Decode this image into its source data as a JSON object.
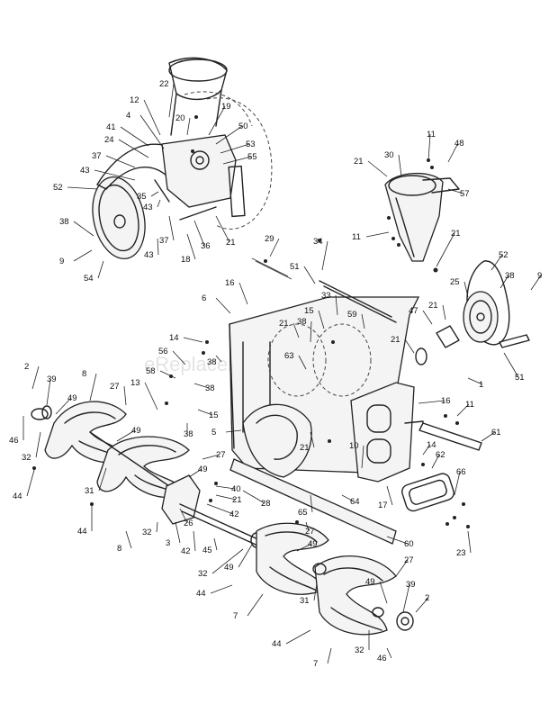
{
  "watermark": "eReplacementParts.com",
  "callouts": [
    {
      "label": "22"
    },
    {
      "label": "12"
    },
    {
      "label": "4"
    },
    {
      "label": "20"
    },
    {
      "label": "19"
    },
    {
      "label": "41"
    },
    {
      "label": "50"
    },
    {
      "label": "24"
    },
    {
      "label": "53"
    },
    {
      "label": "55"
    },
    {
      "label": "37"
    },
    {
      "label": "43"
    },
    {
      "label": "52"
    },
    {
      "label": "35"
    },
    {
      "label": "43"
    },
    {
      "label": "37"
    },
    {
      "label": "38"
    },
    {
      "label": "9"
    },
    {
      "label": "54"
    },
    {
      "label": "43"
    },
    {
      "label": "18"
    },
    {
      "label": "36"
    },
    {
      "label": "21"
    },
    {
      "label": "11"
    },
    {
      "label": "48"
    },
    {
      "label": "21"
    },
    {
      "label": "30"
    },
    {
      "label": "57"
    },
    {
      "label": "11"
    },
    {
      "label": "21"
    },
    {
      "label": "29"
    },
    {
      "label": "34"
    },
    {
      "label": "51"
    },
    {
      "label": "52"
    },
    {
      "label": "38"
    },
    {
      "label": "9"
    },
    {
      "label": "16"
    },
    {
      "label": "33"
    },
    {
      "label": "25"
    },
    {
      "label": "6"
    },
    {
      "label": "21"
    },
    {
      "label": "38"
    },
    {
      "label": "15"
    },
    {
      "label": "59"
    },
    {
      "label": "47"
    },
    {
      "label": "21"
    },
    {
      "label": "21"
    },
    {
      "label": "14"
    },
    {
      "label": "56"
    },
    {
      "label": "38"
    },
    {
      "label": "63"
    },
    {
      "label": "51"
    },
    {
      "label": "1"
    },
    {
      "label": "2"
    },
    {
      "label": "39"
    },
    {
      "label": "58"
    },
    {
      "label": "8"
    },
    {
      "label": "13"
    },
    {
      "label": "27"
    },
    {
      "label": "16"
    },
    {
      "label": "11"
    },
    {
      "label": "49"
    },
    {
      "label": "15"
    },
    {
      "label": "38"
    },
    {
      "label": "46"
    },
    {
      "label": "5"
    },
    {
      "label": "49"
    },
    {
      "label": "38"
    },
    {
      "label": "27"
    },
    {
      "label": "21"
    },
    {
      "label": "10"
    },
    {
      "label": "14"
    },
    {
      "label": "61"
    },
    {
      "label": "32"
    },
    {
      "label": "31"
    },
    {
      "label": "62"
    },
    {
      "label": "49"
    },
    {
      "label": "40"
    },
    {
      "label": "21"
    },
    {
      "label": "66"
    },
    {
      "label": "44"
    },
    {
      "label": "28"
    },
    {
      "label": "64"
    },
    {
      "label": "17"
    },
    {
      "label": "42"
    },
    {
      "label": "26"
    },
    {
      "label": "65"
    },
    {
      "label": "44"
    },
    {
      "label": "32"
    },
    {
      "label": "8"
    },
    {
      "label": "3"
    },
    {
      "label": "42"
    },
    {
      "label": "45"
    },
    {
      "label": "23"
    },
    {
      "label": "27"
    },
    {
      "label": "49"
    },
    {
      "label": "60"
    },
    {
      "label": "32"
    },
    {
      "label": "49"
    },
    {
      "label": "44"
    },
    {
      "label": "27"
    },
    {
      "label": "7"
    },
    {
      "label": "31"
    },
    {
      "label": "49"
    },
    {
      "label": "39"
    },
    {
      "label": "2"
    },
    {
      "label": "44"
    },
    {
      "label": "32"
    },
    {
      "label": "46"
    },
    {
      "label": "7"
    }
  ]
}
